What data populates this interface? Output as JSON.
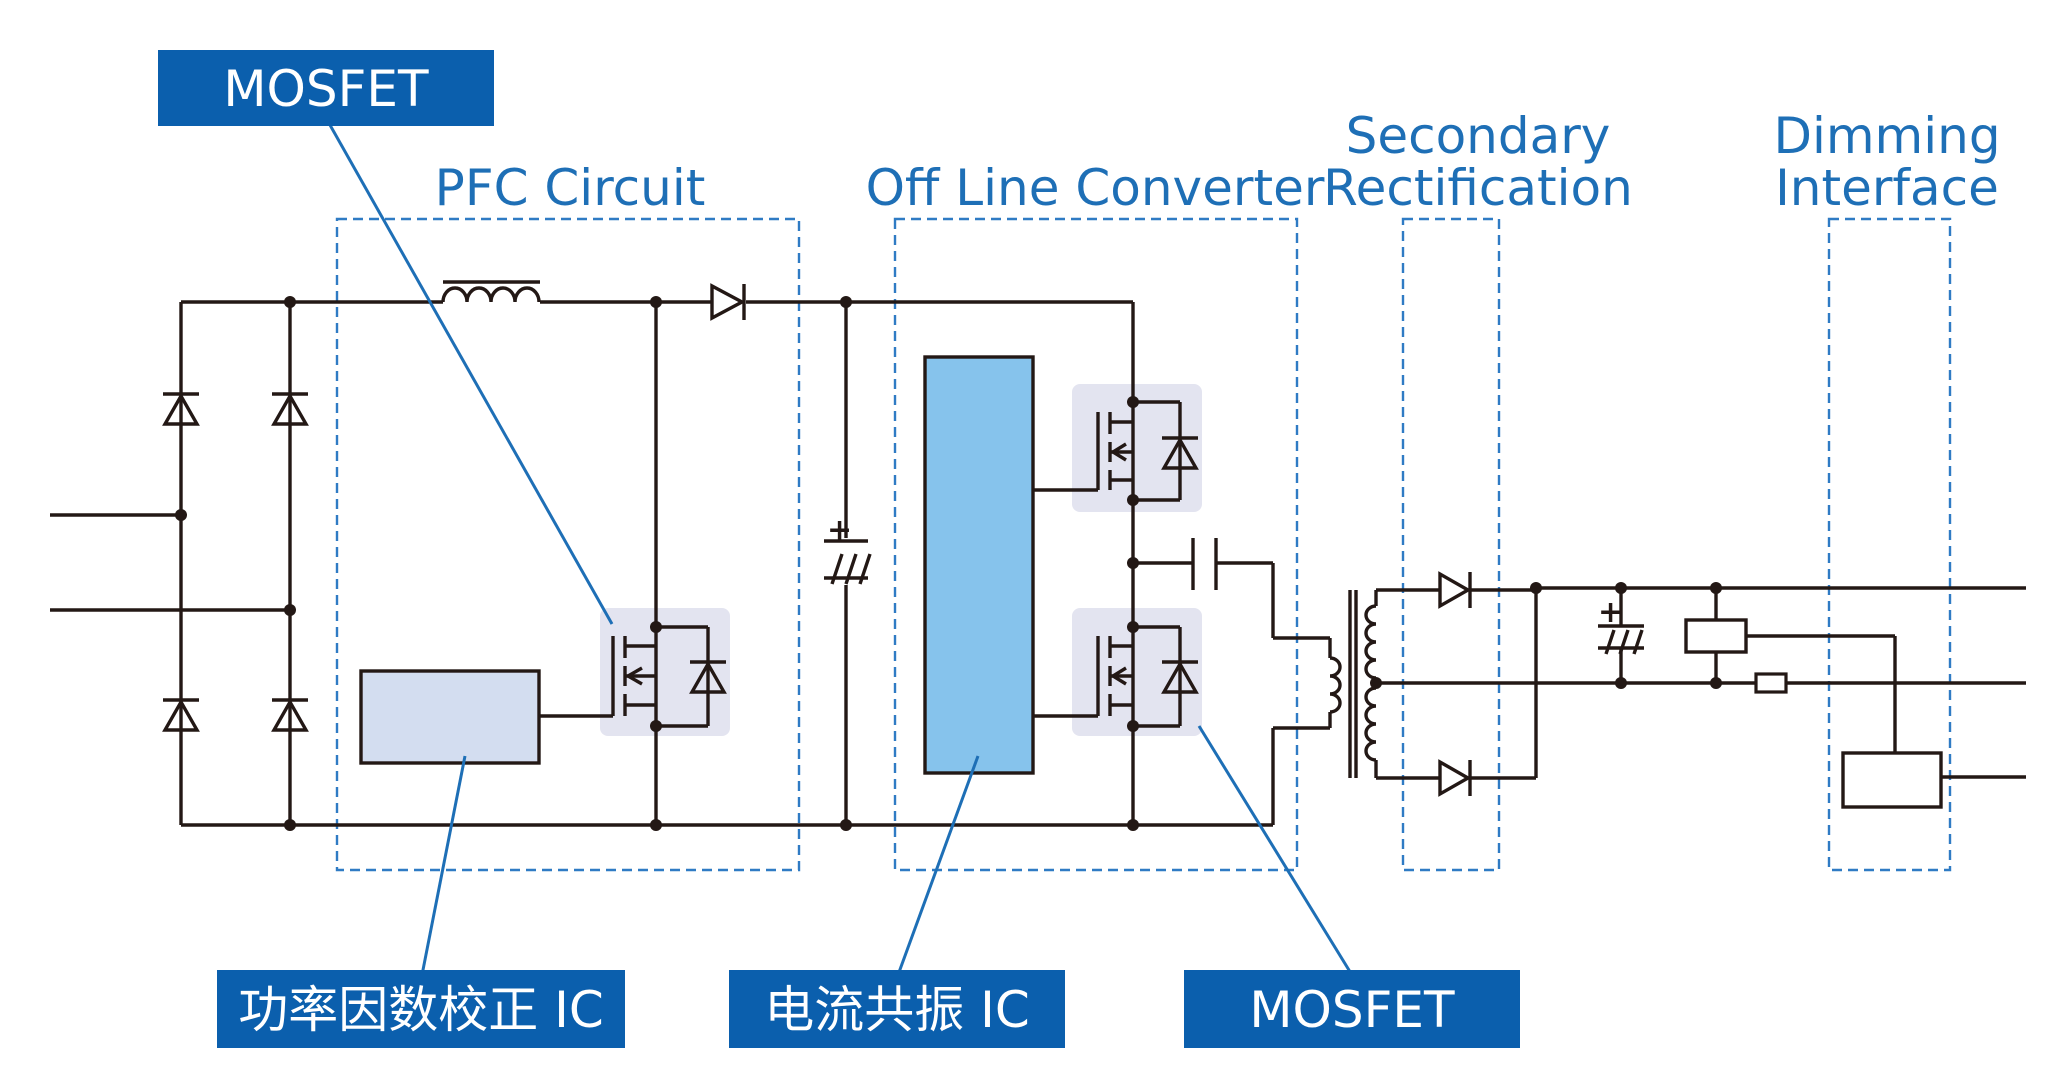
{
  "sections": {
    "pfc": "PFC Circuit",
    "offline": "Off Line Converter",
    "secondary_line1": "Secondary",
    "secondary_line2": "Rectification",
    "dimming_line1": "Dimming",
    "dimming_line2": "Interface"
  },
  "callouts": {
    "mosfet_top": "MOSFET",
    "pfc_ic": "功率因数校正 IC",
    "resonant_ic": "电流共振 IC",
    "mosfet_bottom": "MOSFET"
  },
  "colors": {
    "label_blue": "#1e6fb6",
    "callout_fill": "#0b5fad",
    "pfc_ic_fill": "#d3ddf0",
    "resonant_ic_fill": "#86c3ec",
    "mosfet_shade": "#e3e4f0",
    "wire": "#231815"
  },
  "symbols": {
    "polarity_mark": "+"
  }
}
